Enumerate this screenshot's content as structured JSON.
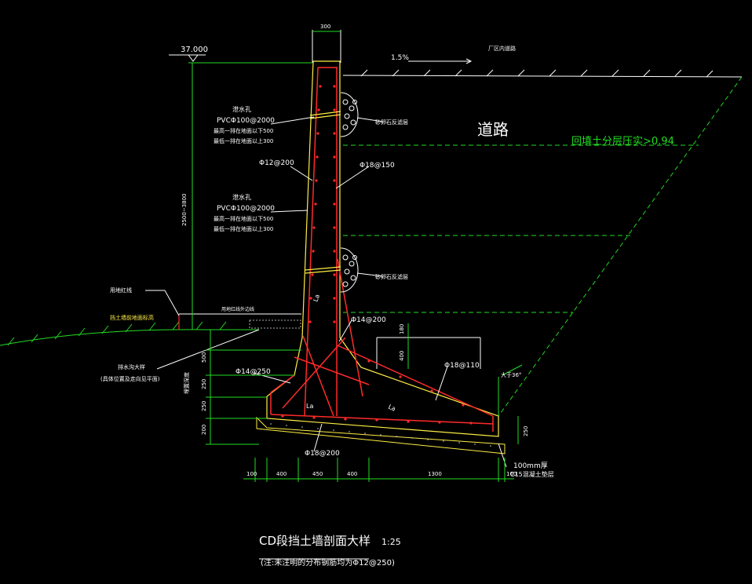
{
  "colors": {
    "background": "#000000",
    "dimension": "#22dd22",
    "rebar": "#ff2a2a",
    "outline": "#ffffff",
    "concrete_edge": "#ffee44",
    "fill_line": "#22dd22"
  },
  "labels": {
    "elevation": "37.000",
    "top_width": "300",
    "slope": "1.5%",
    "plant_road": "厂区内道路",
    "road": "道路",
    "backfill": "回填土分层压实>0.94",
    "weep_hole_title_1": "泄水孔",
    "weep_hole_spec_1": "PVCΦ100@2000",
    "weep_hole_note_1a": "最高一排在地面以下500",
    "weep_hole_note_1b": "最低一排在地面以上300",
    "weep_hole_title_2": "泄水孔",
    "weep_hole_spec_2": "PVCΦ100@2000",
    "weep_hole_note_2a": "最高一排在地面以下500",
    "weep_hole_note_2b": "最低一排在地面以上300",
    "gravel_1": "砂卵石反滤层",
    "gravel_2": "砂卵石反滤层",
    "rebar_front": "Φ12@200",
    "rebar_back": "Φ18@150",
    "rebar_heel_top": "Φ14@200",
    "rebar_toe": "Φ14@250",
    "rebar_heel": "Φ18@110",
    "rebar_bottom": "Φ18@200",
    "height_dim": "2500~3800",
    "plan_red_line": "用地红线",
    "outside_ground": "挡土墙前地面标高",
    "drain_note": "排水沟大样",
    "drain_note_2": "(具体位置及走向见平面)",
    "depth_note": "埋置深度",
    "road_width_note": "用地红线外边线",
    "la_1": "La",
    "la_2": "La",
    "la_3": "La",
    "dim_500": "500",
    "dim_250a": "250",
    "dim_250b": "250",
    "dim_200": "200",
    "dim_180": "180",
    "dim_400": "400",
    "dim_250c": "250",
    "dim_b_100a": "100",
    "dim_b_400a": "400",
    "dim_b_450": "450",
    "dim_b_400b": "400",
    "dim_b_1300": "1300",
    "dim_b_100b": "100",
    "angle": "大于36°",
    "cushion_1": "100mm厚",
    "cushion_2": "C15混凝土垫层",
    "drawing_title": "CD段挡土墙剖面大样",
    "scale": "1:25",
    "note": "(注:未注明的分布钢筋均为Φ12@250)"
  }
}
